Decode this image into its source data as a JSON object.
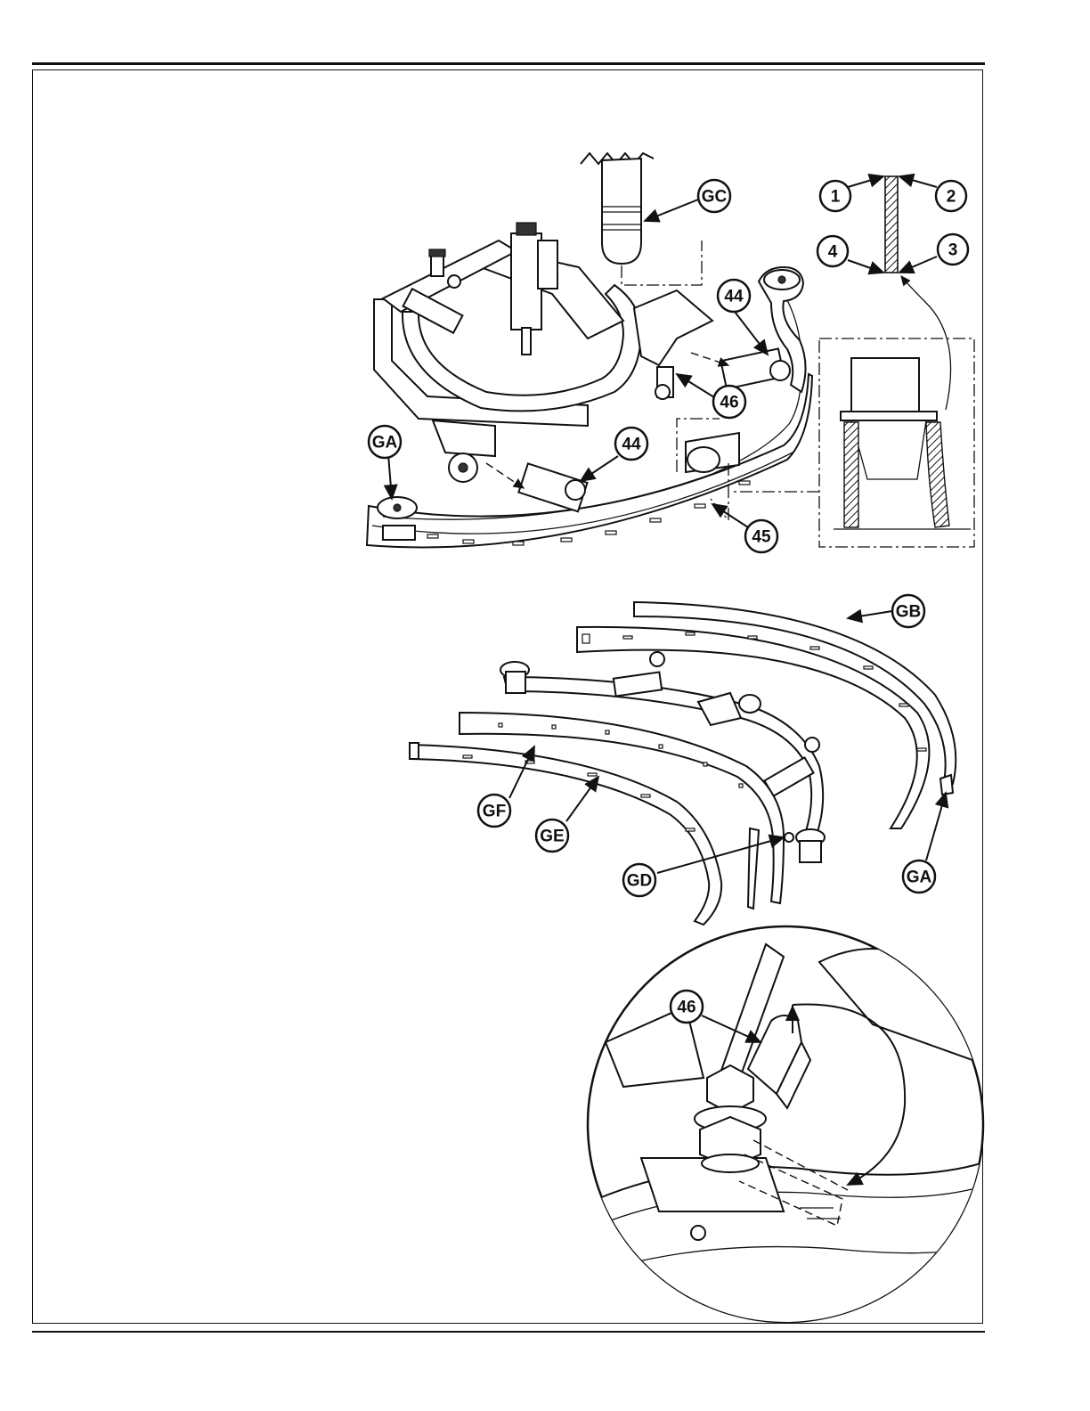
{
  "callouts": {
    "top_view": {
      "gc": "GC",
      "one": "1",
      "two": "2",
      "three": "3",
      "four": "4",
      "forty_four_right": "44",
      "forty_six": "46",
      "forty_four_left": "44",
      "ga": "GA",
      "forty_five": "45"
    },
    "exploded_view": {
      "gb": "GB",
      "gf": "GF",
      "ge": "GE",
      "gd": "GD",
      "ga": "GA"
    },
    "detail_view": {
      "forty_six": "46"
    }
  }
}
